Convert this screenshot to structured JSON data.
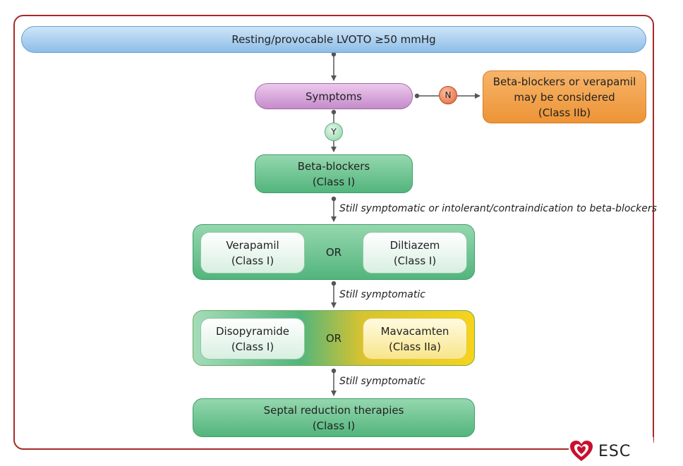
{
  "nodes": {
    "resting": "Resting/provocable LVOTO ≥50 mmHg",
    "symptoms": "Symptoms",
    "no_treatment": [
      "Beta-blockers or verapamil",
      "may be considered",
      "(Class IIb)"
    ],
    "beta_blockers": [
      "Beta-blockers",
      "(Class I)"
    ],
    "verapamil": [
      "Verapamil",
      "(Class I)"
    ],
    "diltiazem": [
      "Diltiazem",
      "(Class I)"
    ],
    "disopyramide": [
      "Disopyramide",
      "(Class I)"
    ],
    "mavacamten": [
      "Mavacamten",
      "(Class IIa)"
    ],
    "septal": [
      "Septal reduction therapies",
      "(Class I)"
    ]
  },
  "or_label": "OR",
  "yes_label": "Y",
  "no_label": "N",
  "notes": {
    "intolerant": "Still symptomatic or intolerant/contraindication to beta-blockers",
    "still1": "Still symptomatic",
    "still2": "Still symptomatic"
  },
  "logo": {
    "text": "ESC",
    "icon": "heart-icon",
    "color": "#c8102e"
  },
  "colors": {
    "frame": "#a52a2a",
    "resting": "#8dbde8",
    "symptoms": "#c58ccb",
    "no_treatment": "#ed9436",
    "green": "#52b57c",
    "yellow": "#f6d31c"
  }
}
